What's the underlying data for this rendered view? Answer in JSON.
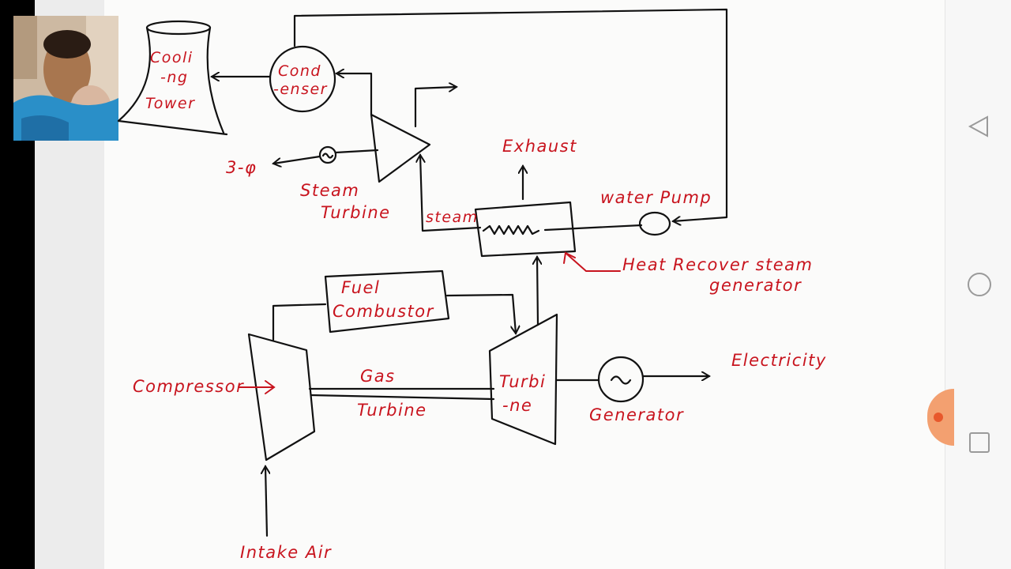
{
  "diagram": {
    "cooling_tower": [
      "Cooli",
      "-ng",
      "Tower"
    ],
    "condenser": [
      "Cond",
      "-enser"
    ],
    "three_phase": "3-φ",
    "steam_turbine": [
      "Steam",
      "Turbine"
    ],
    "steam": "steam",
    "exhaust": "Exhaust",
    "water_pump": "water Pump",
    "hrsg": [
      "Heat Recover steam",
      "generator"
    ],
    "fuel_combustor": [
      "Fuel",
      "Combustor"
    ],
    "compressor": "Compressor",
    "gas_turbine": [
      "Gas",
      "Turbine"
    ],
    "turbine": [
      "Turbi",
      "-ne"
    ],
    "generator": "Generator",
    "electricity": "Electricity",
    "intake_air": "Intake Air"
  },
  "colors": {
    "ink": "#111111",
    "label_red": "#c8141e",
    "paper": "#fbfbfa"
  },
  "nav": {
    "back_icon": "back-triangle-icon",
    "home_icon": "home-circle-icon",
    "recents_icon": "recents-square-icon"
  }
}
